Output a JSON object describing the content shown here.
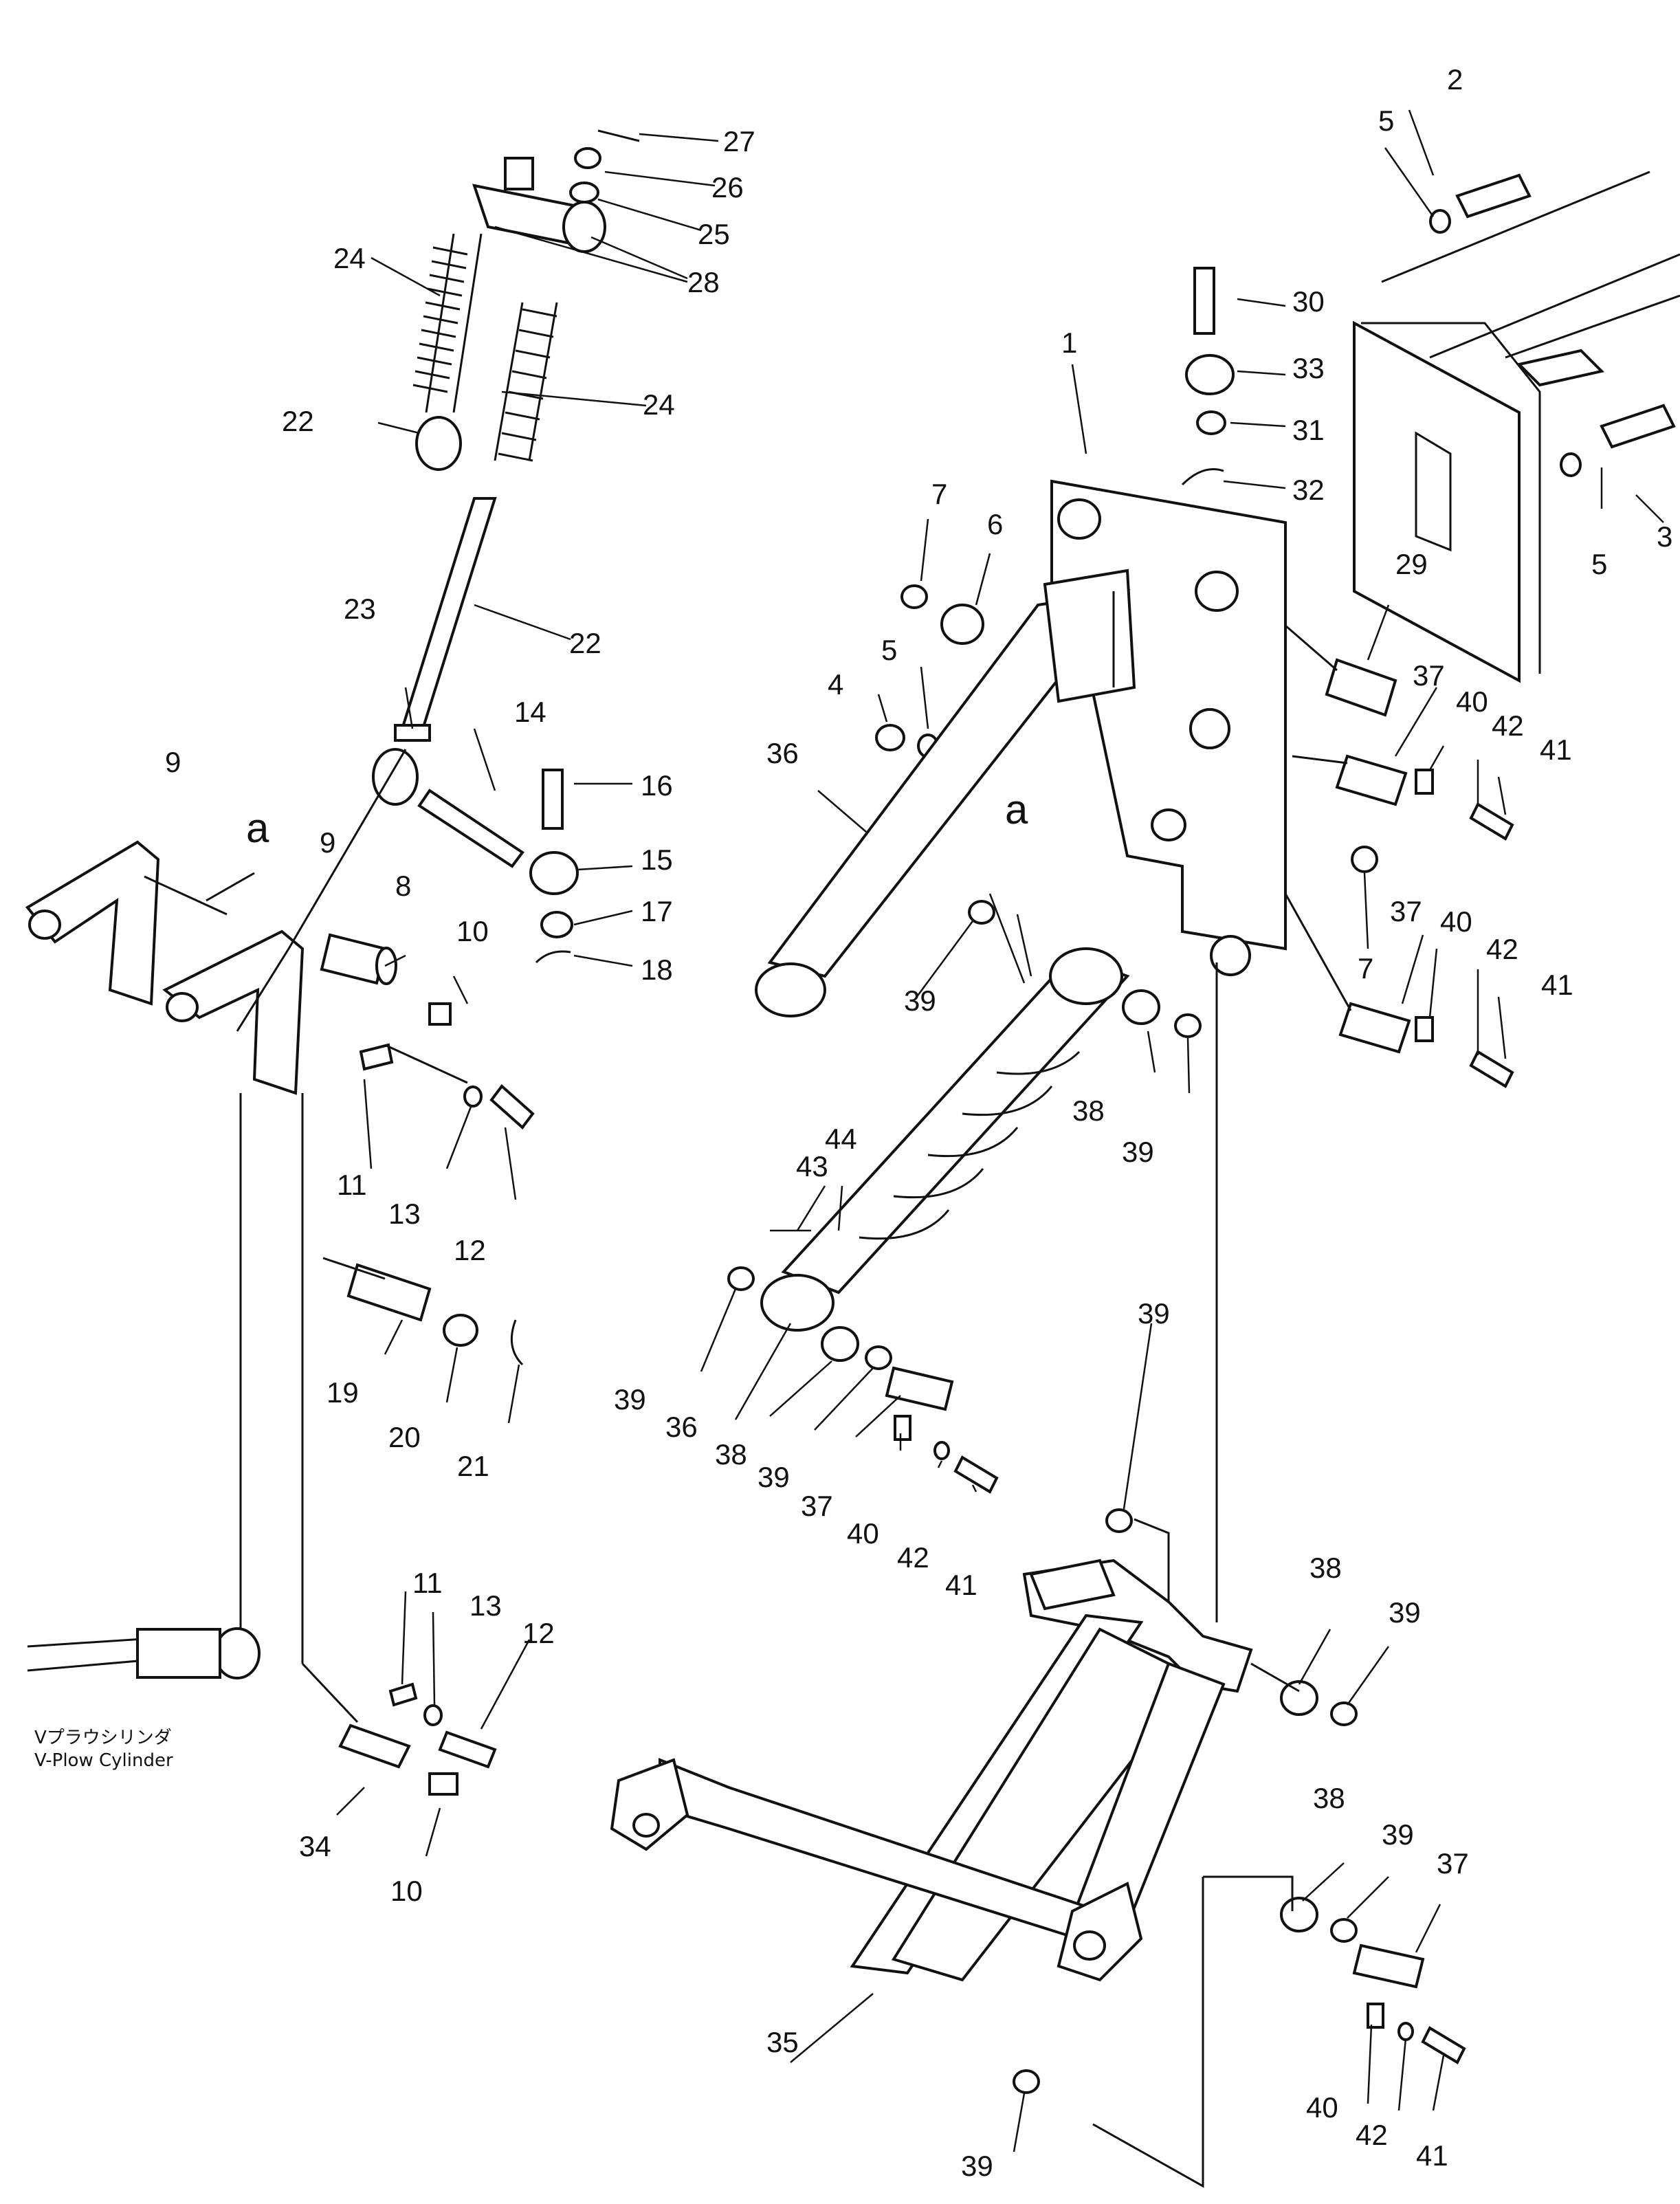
{
  "diagram": {
    "view_markers": [
      "a",
      "a"
    ],
    "cylinder_caption": {
      "japanese": "Vプラウシリンダ",
      "english": "V-Plow  Cylinder"
    },
    "callouts": [
      "1",
      "2",
      "3",
      "4",
      "5",
      "5",
      "5",
      "6",
      "7",
      "7",
      "8",
      "9",
      "9",
      "10",
      "10",
      "11",
      "11",
      "12",
      "12",
      "13",
      "13",
      "14",
      "15",
      "16",
      "17",
      "18",
      "19",
      "20",
      "21",
      "22",
      "22",
      "23",
      "24",
      "24",
      "25",
      "26",
      "27",
      "28",
      "29",
      "30",
      "31",
      "32",
      "33",
      "34",
      "35",
      "36",
      "36",
      "37",
      "37",
      "37",
      "37",
      "38",
      "38",
      "38",
      "38",
      "39",
      "39",
      "39",
      "39",
      "39",
      "39",
      "39",
      "39",
      "40",
      "40",
      "40",
      "40",
      "41",
      "41",
      "41",
      "41",
      "42",
      "42",
      "42",
      "42",
      "43",
      "44"
    ]
  }
}
